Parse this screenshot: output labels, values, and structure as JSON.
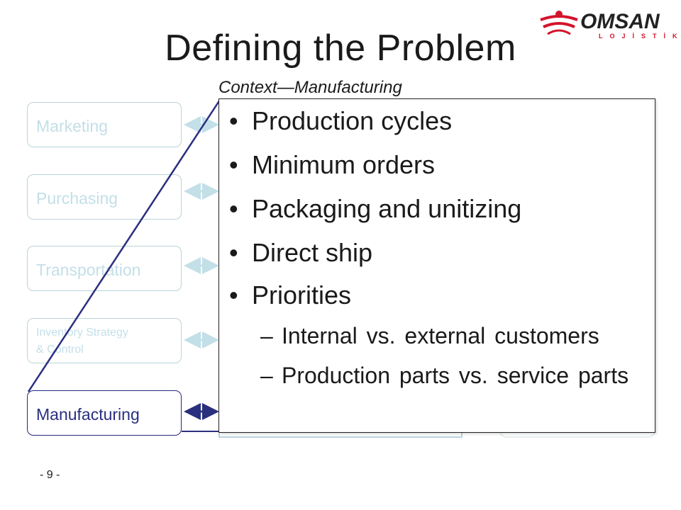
{
  "slide": {
    "title": "Defining the Problem",
    "subtitle": "Context—Manufacturing",
    "page_number": "- 9 -"
  },
  "logo": {
    "name": "OMSAN",
    "sub": "LOJİSTİK"
  },
  "left_boxes": [
    {
      "label": "Marketing",
      "active": false
    },
    {
      "label": "Purchasing",
      "active": false
    },
    {
      "label": "Transportation",
      "active": false
    },
    {
      "label_line1": "Inventory Strategy",
      "label_line2": "& Control",
      "active": false
    },
    {
      "label": "Manufacturing",
      "active": true
    }
  ],
  "popup": {
    "bullets": [
      "Production cycles",
      "Minimum orders",
      "Packaging and unitizing",
      "Direct ship",
      "Priorities"
    ],
    "sub_bullets": [
      "Internal vs. external customers",
      "Production parts vs. service parts"
    ],
    "bullet_glyph": "•",
    "dash_glyph": "–"
  },
  "colors": {
    "active": "#2a2f7e",
    "faded": "#c3dfe8",
    "logo_red": "#d3142b"
  }
}
